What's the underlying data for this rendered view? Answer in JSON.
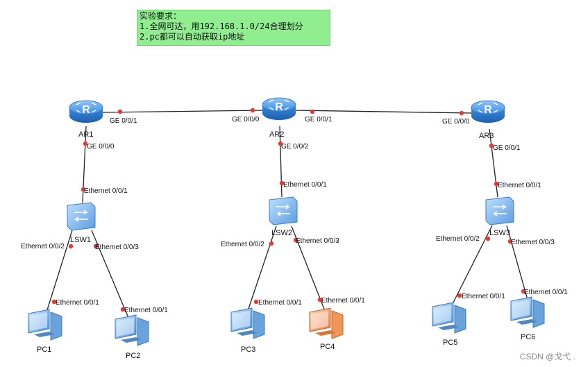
{
  "note": {
    "title": "实验要求：",
    "req1": "1.全网可达，用192.168.1.0/24合理划分",
    "req2": "2.pc都可以自动获取ip地址"
  },
  "devices": {
    "ar1": "AR1",
    "ar2": "AR2",
    "ar3": "AR3",
    "lsw1": "LSW1",
    "lsw2": "LSW2",
    "lsw3": "LSW3",
    "pc1": "PC1",
    "pc2": "PC2",
    "pc3": "PC3",
    "pc4": "PC4",
    "pc5": "PC5",
    "pc6": "PC6"
  },
  "ports": {
    "ar1_ge001": "GE 0/0/1",
    "ar2_ge000": "GE 0/0/0",
    "ar2_ge001": "GE 0/0/1",
    "ar3_ge000": "GE 0/0/0",
    "ar1_ge000": "GE 0/0/0",
    "ar2_ge002": "GE 0/0/2",
    "ar3_ge001": "GE 0/0/1",
    "lsw1_up": "Ethernet 0/0/1",
    "lsw2_up": "Ethernet 0/0/1",
    "lsw3_up": "Ethernet 0/0/1",
    "lsw1_e002": "Ethernet 0/0/2",
    "lsw1_e003": "Ethernet 0/0/3",
    "lsw2_e002": "Ethernet 0/0/2",
    "lsw2_e003": "Ethernet 0/0/3",
    "lsw3_e002": "Ethernet 0/0/2",
    "lsw3_e003": "Ethernet 0/0/3",
    "pc1_e001": "Ethernet 0/0/1",
    "pc2_e001": "Ethernet 0/0/1",
    "pc3_e001": "Ethernet 0/0/1",
    "pc4_e001": "Ethernet 0/0/1",
    "pc5_e001": "Ethernet 0/0/1",
    "pc6_e001": "Ethernet 0/0/1"
  },
  "watermark": "CSDN @戈弋 .",
  "colors": {
    "router": "#2f7fd6",
    "switch": "#4a90d9",
    "pc": "#5b9bd5",
    "pc_highlight": "#f08a4b",
    "port_dot": "#e53935",
    "note_bg": "#90ee90"
  }
}
